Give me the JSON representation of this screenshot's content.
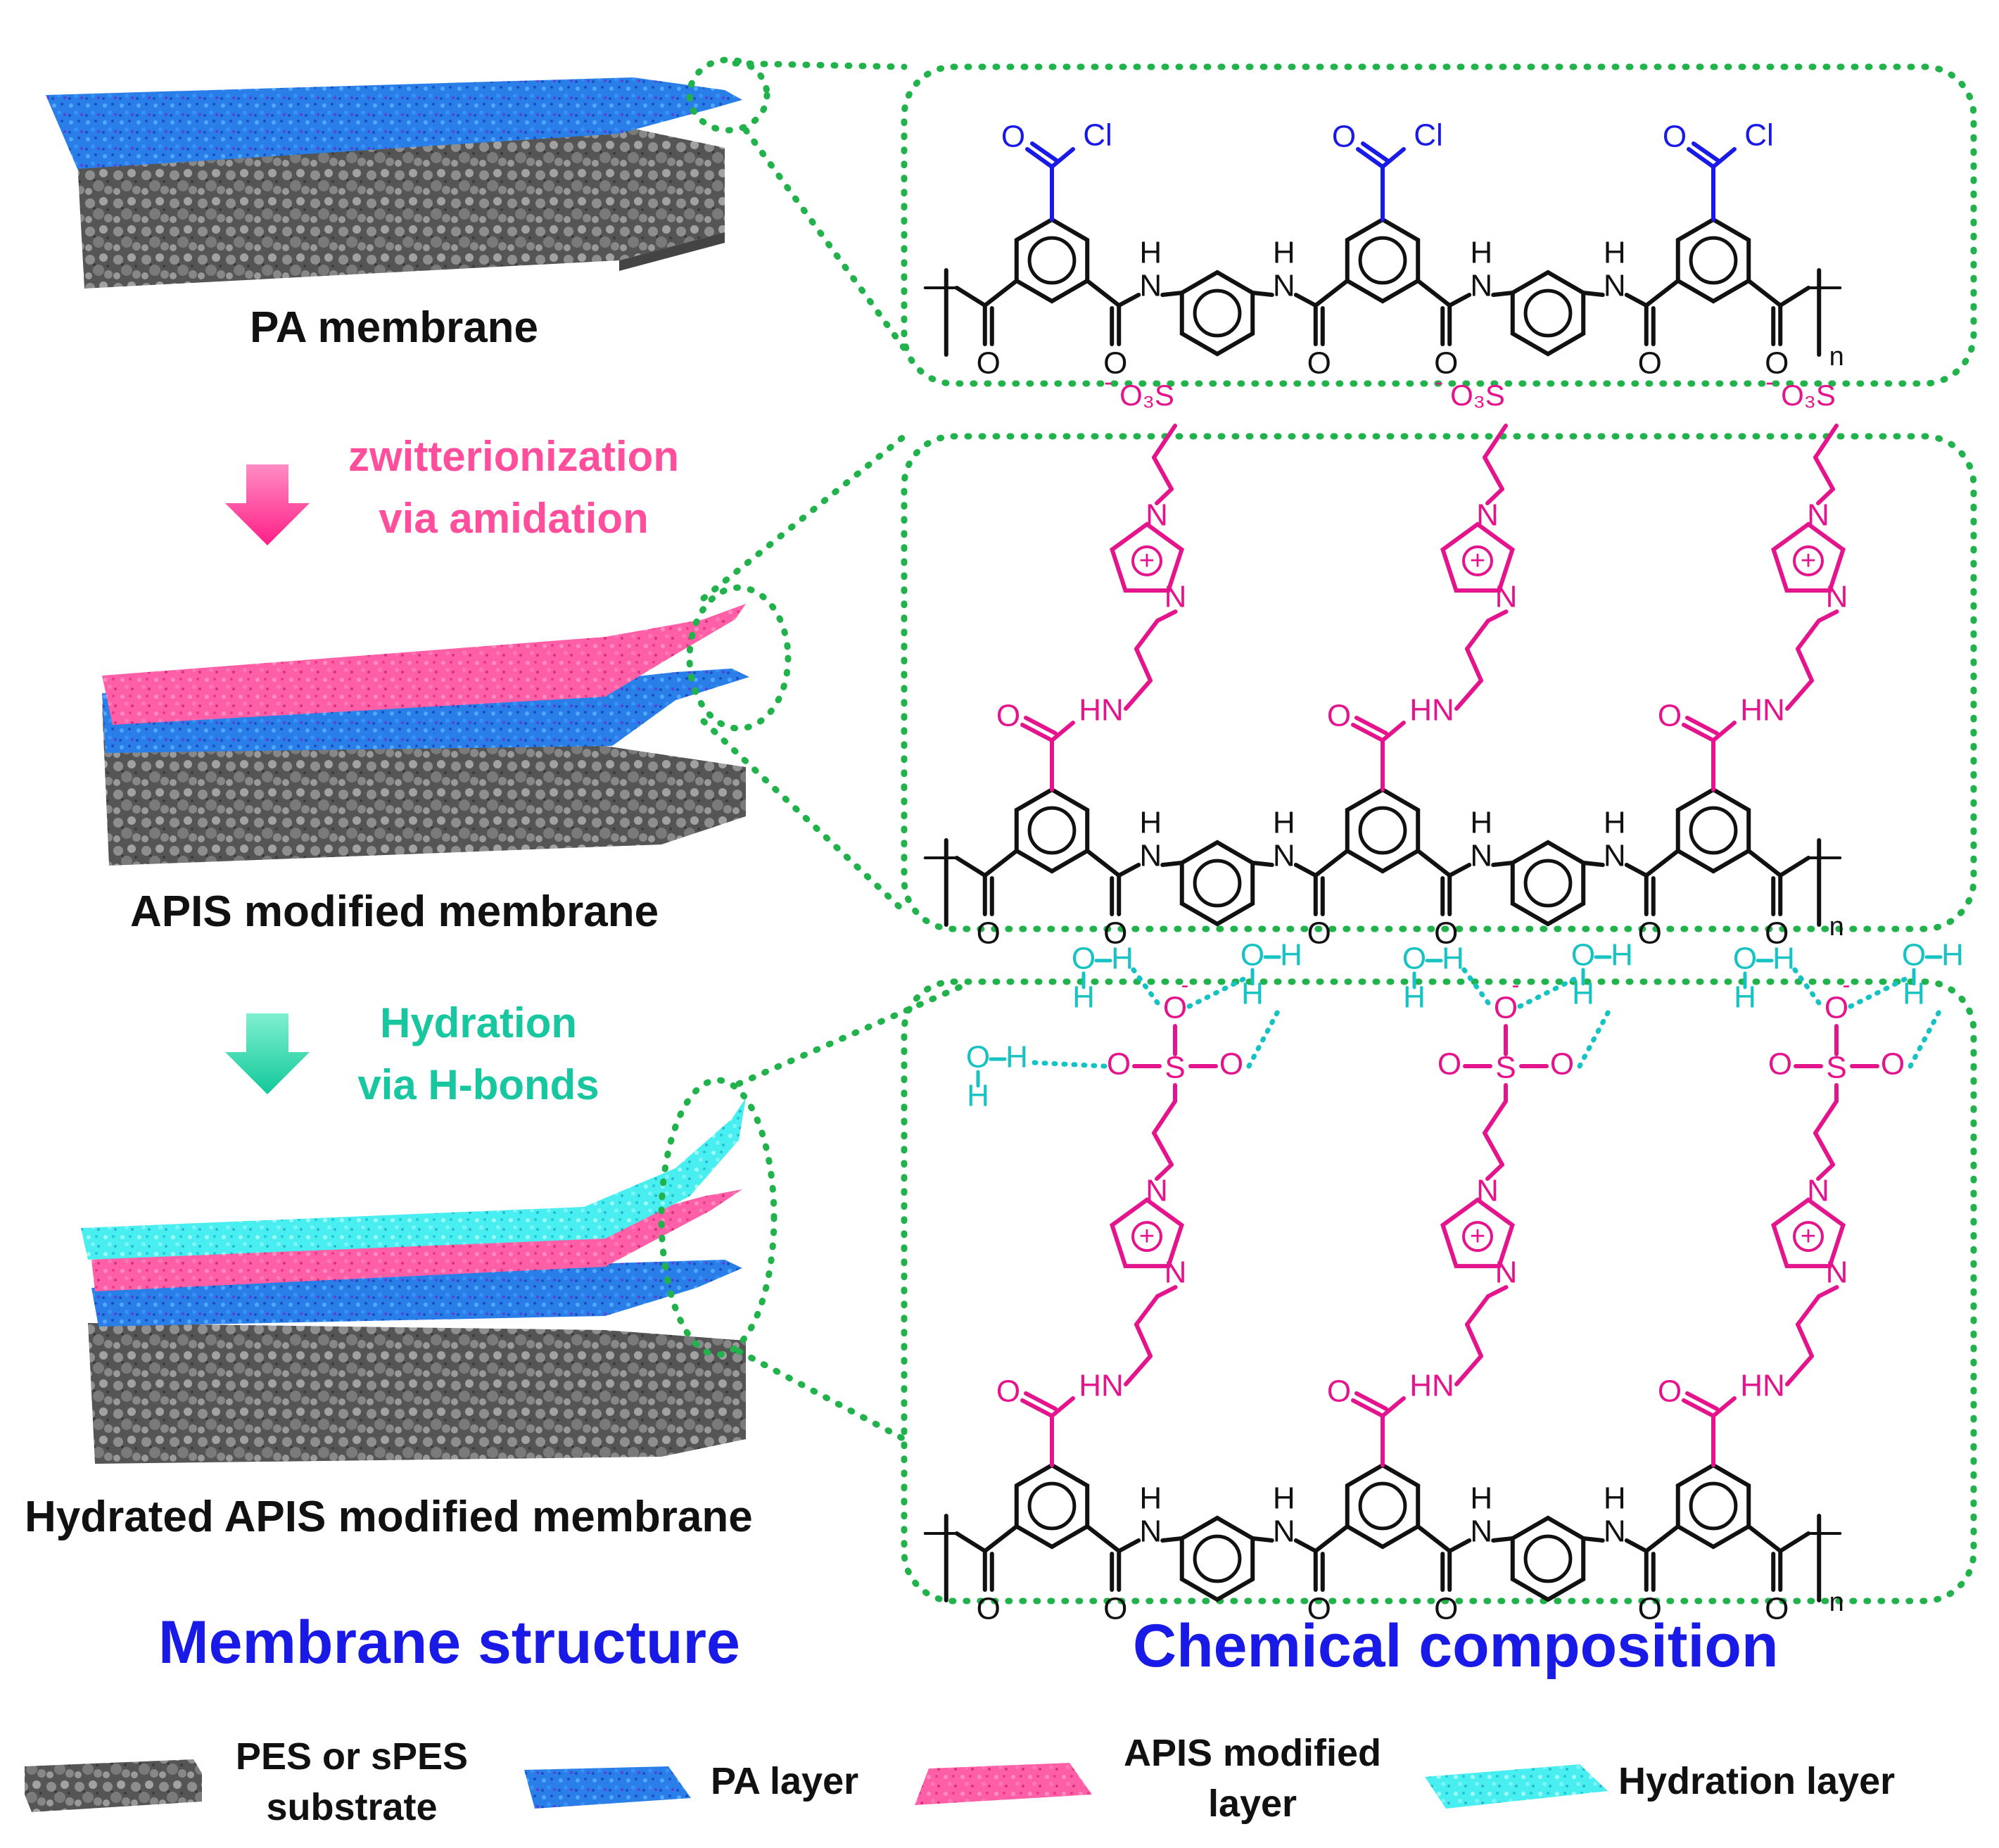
{
  "colors": {
    "pa_blue": "#1a5fd6",
    "apis_pink": "#ff4f9c",
    "hydration_cyan": "#3de8ec",
    "substrate_gray": "#6c6c6c",
    "callout_green": "#22b24c",
    "chem_black": "#111111",
    "chem_blue": "#1a1ae6",
    "chem_magenta": "#e4148c",
    "chem_cyan": "#16c2c2",
    "section_blue": "#1a1ae6"
  },
  "membranes": [
    {
      "label": "PA membrane"
    },
    {
      "label": "APIS modified membrane"
    },
    {
      "label": "Hydrated APIS modified membrane"
    }
  ],
  "steps": [
    {
      "lines": [
        "zwitterionization",
        "via amidation"
      ],
      "color": "#ff4f9c",
      "arrow_icon": "arrow-down-icon"
    },
    {
      "lines": [
        "Hydration",
        "via H-bonds"
      ],
      "color": "#18c7a0",
      "arrow_icon": "arrow-down-icon"
    }
  ],
  "section_titles": {
    "left": "Membrane structure",
    "right": "Chemical composition"
  },
  "chemistry": {
    "acyl_chloride_O": "O",
    "acyl_chloride_Cl": "Cl",
    "amide_N": "N",
    "amide_H": "H",
    "carbonyl_O": "O",
    "repeat_n": "n",
    "sulfonate_label": "O₃S",
    "sulfonate_charge": "-",
    "imidazolium_N": "N",
    "imidazolium_charge": "+",
    "linker_HN": "HN",
    "sulfonate_S": "S",
    "sulfonate_O": "O",
    "water_O": "O",
    "water_H": "H"
  },
  "legend": [
    {
      "label_lines": [
        "PES or sPES",
        "substrate"
      ],
      "swatch": "substrate"
    },
    {
      "label_lines": [
        "PA layer"
      ],
      "swatch": "pa"
    },
    {
      "label_lines": [
        "APIS modified",
        "layer"
      ],
      "swatch": "apis"
    },
    {
      "label_lines": [
        "Hydration layer"
      ],
      "swatch": "hydration"
    }
  ]
}
